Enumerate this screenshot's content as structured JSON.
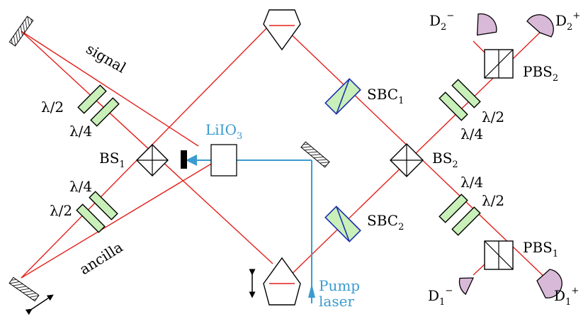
{
  "labels": {
    "signal": "signal",
    "ancilla": "ancilla",
    "lambda2_a": "λ/2",
    "lambda4_a": "λ/4",
    "lambda4_b": "λ/4",
    "lambda2_b": "λ/2",
    "bs1_main": "BS",
    "bs1_sub": "1",
    "crystal_main": "LiIO",
    "crystal_sub": "3",
    "sbc1_main": "SBC",
    "sbc1_sub": "1",
    "sbc2_main": "SBC",
    "sbc2_sub": "2",
    "bs2_main": "BS",
    "bs2_sub": "2",
    "lambda2_c": "λ/2",
    "lambda4_c": "λ/4",
    "lambda4_d": "λ/4",
    "lambda2_d": "λ/2",
    "pbs2_main": "PBS",
    "pbs2_sub": "2",
    "pbs1_main": "PBS",
    "pbs1_sub": "1",
    "d2m_main": "D",
    "d2m_sub": "2",
    "d2m_sup": "−",
    "d2p_main": "D",
    "d2p_sub": "2",
    "d2p_sup": "+",
    "d1m_main": "D",
    "d1m_sub": "1",
    "d1m_sup": "−",
    "d1p_main": "D",
    "d1p_sub": "1",
    "d1p_sup": "+",
    "pump_line1": "Pump",
    "pump_line2": "laser"
  },
  "colors": {
    "beam": "#e3201b",
    "pump": "#3a9bd0",
    "waveplate": "#c8f0b8",
    "sbc_border": "#1f2fb0",
    "detector": "#d9b9d8"
  }
}
